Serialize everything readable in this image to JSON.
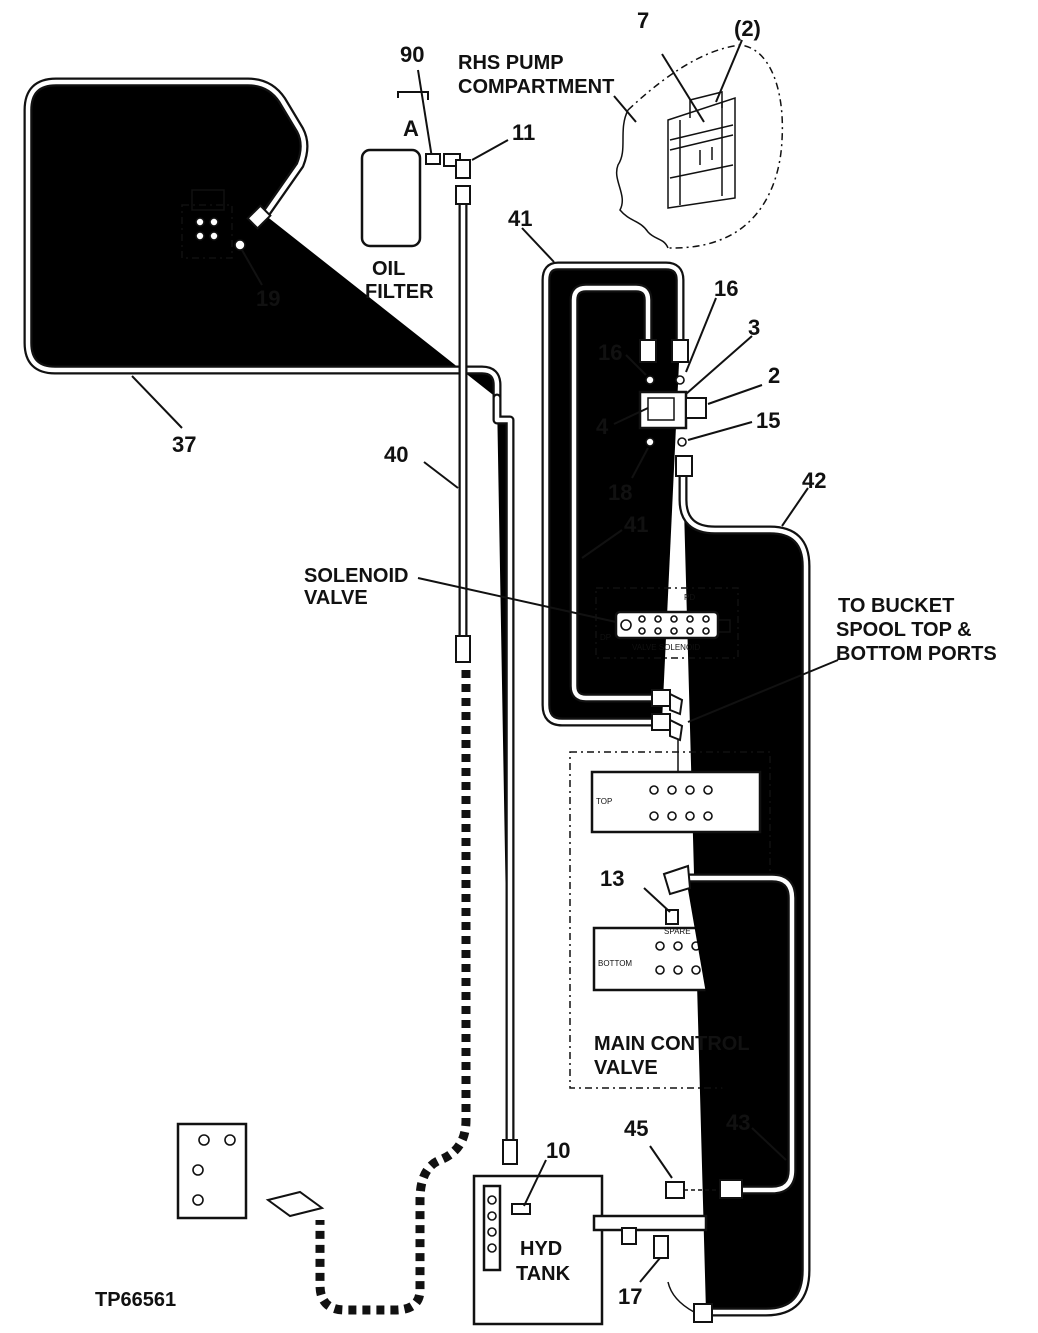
{
  "labels": {
    "n90": "90",
    "nA": "A",
    "n11": "11",
    "n7": "7",
    "n2p": "(2)",
    "rhs1": "RHS PUMP",
    "rhs2": "COMPARTMENT",
    "oil1": "OIL",
    "oil2": "FILTER",
    "n19": "19",
    "n37": "37",
    "n41a": "41",
    "n16a": "16",
    "n16b": "16",
    "n3": "3",
    "n2": "2",
    "n4": "4",
    "n15": "15",
    "n18": "18",
    "n40": "40",
    "n42": "42",
    "n41b": "41",
    "sol1": "SOLENOID",
    "sol2": "VALVE",
    "tb1": "TO BUCKET",
    "tb2": "SPOOL TOP &",
    "tb3": "BOTTOM PORTS",
    "n13": "13",
    "mcv1": "MAIN CONTROL",
    "mcv2": "VALVE",
    "n45": "45",
    "n43": "43",
    "n10": "10",
    "hyd1": "HYD",
    "hyd2": "TANK",
    "n17": "17",
    "tp": "TP66561",
    "vs_pd": "PD",
    "vs_dp": "DP",
    "vs_name": "VALVE SOLENOID",
    "top": "TOP",
    "bottom": "BOTTOM",
    "spare": "SPARE"
  }
}
